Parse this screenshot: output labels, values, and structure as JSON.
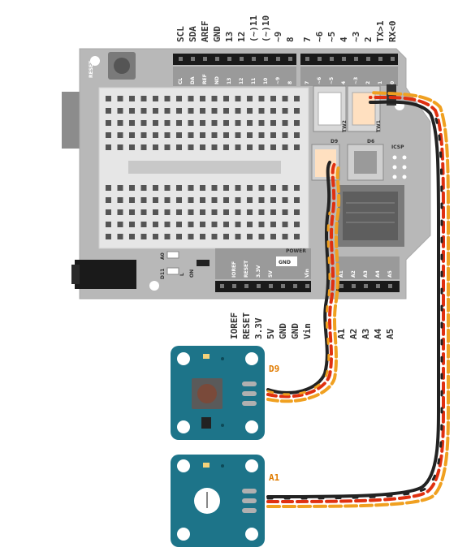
{
  "colors": {
    "board": "#b5b5b5",
    "header": "#1a1a1a",
    "module": "#1d7489",
    "label_accent": "#e07b00",
    "wire_red": "#e03010",
    "wire_orange": "#f0a020",
    "wire_black": "#222222"
  },
  "top_pins": {
    "left_group": [
      "SCL",
      "SDA",
      "AREF",
      "GND",
      "13",
      "12",
      "(~)11",
      "(~)10",
      "~9",
      "8"
    ],
    "right_group": [
      "7",
      "~6",
      "~5",
      "4",
      "~3",
      "2",
      "TX>1",
      "RX<0"
    ]
  },
  "bottom_pins": {
    "left_group": [
      "IOREF",
      "RESET",
      "3.3V",
      "5V",
      "GND",
      "GND",
      "Vin"
    ],
    "right_group": [
      "A1",
      "A2",
      "A3",
      "A4",
      "A5"
    ]
  },
  "shield": {
    "reset_label": "RESET",
    "power_label": "POWER",
    "gnd_label": "GND",
    "icsp_label": "ICSP",
    "port_d9_label": "D9",
    "port_d6_label": "D6",
    "port_tw1_label": "TW1",
    "port_tw2_label": "TW2",
    "led_a0": "A0",
    "led_d11": "D11",
    "led_l": "L",
    "led_on": "ON",
    "silk_top": [
      "CL",
      "DA",
      "REF",
      "ND",
      "13",
      "12",
      "11",
      "10",
      "~9",
      "8",
      "7",
      "~6",
      "~5",
      "4",
      "~3",
      "2",
      "1",
      "0"
    ],
    "silk_bottom": [
      "IOREF",
      "RESET",
      "3.3V",
      "5V",
      "GND",
      "Vin",
      "A1",
      "A2",
      "A3",
      "A4",
      "A5"
    ]
  },
  "modules": [
    {
      "id": "button-module",
      "label": "D9",
      "type": "push-button"
    },
    {
      "id": "potentiometer-module",
      "label": "A1",
      "type": "rotary-potentiometer"
    }
  ]
}
